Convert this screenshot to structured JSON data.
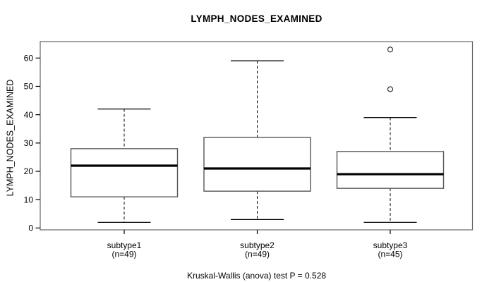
{
  "colors": {
    "background": "#ffffff",
    "frame": "#666666",
    "box_border": "#555555",
    "box_fill": "#ffffff",
    "median": "#000000",
    "whisker": "#000000",
    "outlier": "#333333",
    "text": "#000000"
  },
  "chart_data": {
    "type": "boxplot",
    "title": "LYMPH_NODES_EXAMINED",
    "ylabel": "LYMPH_NODES_EXAMINED",
    "xlabel": "",
    "footnote": "Kruskal-Wallis (anova) test P = 0.528",
    "ylim": [
      0,
      65
    ],
    "yticks": [
      0,
      10,
      20,
      30,
      40,
      50,
      60
    ],
    "grid": false,
    "legend": false,
    "series": [
      {
        "category": "subtype1",
        "n_label": "(n=49)",
        "n": 49,
        "whisker_low": 2,
        "q1": 11,
        "median": 22,
        "q3": 28,
        "whisker_high": 42,
        "outliers": []
      },
      {
        "category": "subtype2",
        "n_label": "(n=49)",
        "n": 49,
        "whisker_low": 3,
        "q1": 13,
        "median": 21,
        "q3": 32,
        "whisker_high": 59,
        "outliers": []
      },
      {
        "category": "subtype3",
        "n_label": "(n=45)",
        "n": 45,
        "whisker_low": 2,
        "q1": 14,
        "median": 19,
        "q3": 27,
        "whisker_high": 39,
        "outliers": [
          49,
          63
        ]
      }
    ]
  }
}
